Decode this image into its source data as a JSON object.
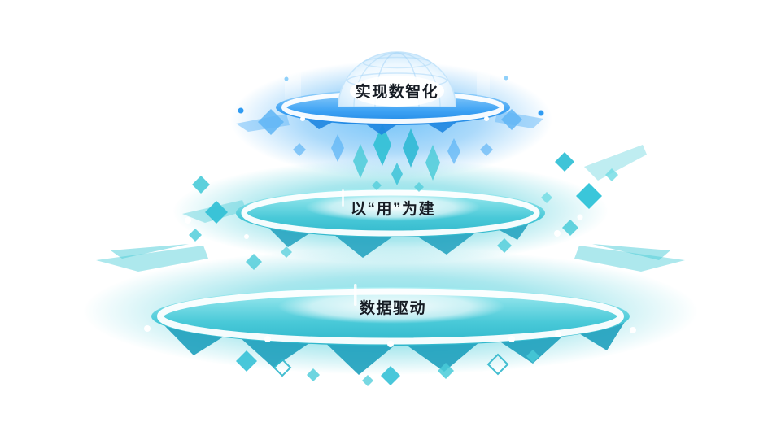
{
  "diagram": {
    "tiers": [
      {
        "id": "top",
        "label": "实现数智化",
        "color": "#2f9bf2"
      },
      {
        "id": "middle",
        "label": "以“用”为建",
        "color": "#3cc6d6"
      },
      {
        "id": "bottom",
        "label": "数据驱动",
        "color": "#3cc6d6"
      }
    ],
    "colors": {
      "blue": "#2f9bf2",
      "blue_light": "#8ed1fb",
      "teal": "#3cc6d6",
      "teal_dark": "#1da0bd",
      "label_text": "#161c24",
      "background": "#ffffff"
    },
    "icons": [
      "globe-dome-icon",
      "up-arrow-diamond-icon"
    ]
  }
}
